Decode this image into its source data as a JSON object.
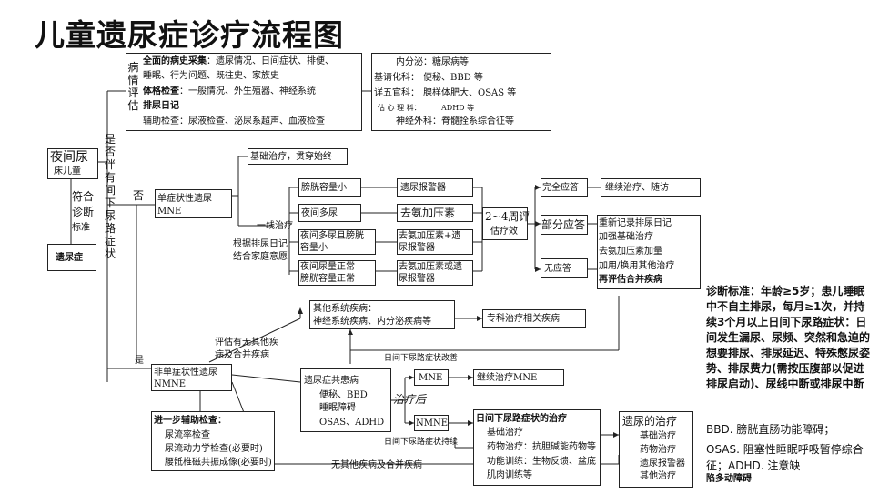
{
  "title": "儿童遗尿症诊疗流程图",
  "left": {
    "node_top": "夜间尿",
    "node_top_sub": "床儿童",
    "criteria_1": "符合",
    "criteria_2": "诊断",
    "criteria_3": "标准",
    "node_main": "遗尿症",
    "branch_q1": "是否伴有间下尿路症状",
    "branch_no": "否",
    "branch_yes": "是"
  },
  "assessment": {
    "label": "病情评估",
    "line1_bold": "全面的病史采集",
    "line1_rest": "：遗尿情况、日间症状、排便、",
    "line2": "睡眠、行为问题、既往史、家族史",
    "line3_bold": "体格检查",
    "line3_rest": "：一般情况、外生殖器、神经系统",
    "line4_bold": "排尿日记",
    "line5": "辅助检查：尿液检查、泌尿系超声、血液检查"
  },
  "consult": {
    "label": "基请化科：",
    "label2": "详五官科：",
    "label3": "估 心 理 科：",
    "line1": "内分泌：糖尿病等",
    "line2": "便秘、BBD 等",
    "line3": "腺样体肥大、OSAS 等",
    "line4": "ADHD 等",
    "line5": "神经外科：脊髓拴系综合征等"
  },
  "mne": {
    "box": "单症状性遗尿",
    "box2": "MNE",
    "basic": "基础治疗，贯穿始终",
    "firstline": "一线治疗",
    "diary_1": "根据排尿日记",
    "diary_2": "结合家庭意愿",
    "c1": "膀胱容量小",
    "c2": "夜间多尿",
    "c3a": "夜间多尿且膀胱",
    "c3b": "容量小",
    "c4a": "夜间尿量正常",
    "c4b": "膀胱容量正常",
    "t1": "遗尿报警器",
    "t2": "去氨加压素",
    "t3a": "去氨加压素+遗",
    "t3b": "尿报警器",
    "t4a": "去氨加压素或遗",
    "t4b": "尿报警器",
    "eval_a": "2~4周评",
    "eval_b": "估疗效",
    "r1": "完全应答",
    "r1_next": "继续治疗、随访",
    "r2": "部分应答",
    "r3": "无应答",
    "n1": "重新记录排尿日记",
    "n2": "加强基础治疗",
    "n3": "去氨加压素加量",
    "n4": "加用/换用其他治疗",
    "n5": "再评估合并疾病"
  },
  "nmne": {
    "eval_a": "评估有无其他疾",
    "eval_b": "病及合并疾病",
    "other_a": "其他系统疾病：",
    "other_b": "神经系统疾病、内分泌疾病等",
    "special": "专科治疗相关疾病",
    "improve": "日间下尿路症状改善",
    "box": "非单症状性遗尿",
    "box2": "NMNE",
    "co_title": "遗尿症共患病",
    "co1": "便秘、BBD",
    "co2": "睡眠障碍",
    "co3": "OSAS、ADHD",
    "treat_label": "治疗后",
    "mne_small": "MNE",
    "mne_next": "继续治疗MNE",
    "nmne_small": "NMNE",
    "persist": "日间下尿路症状持续",
    "lut_title": "日间下尿路症状的治疗",
    "lut1": "基础治疗",
    "lut2": "药物治疗：抗胆碱能药物等",
    "lut3": "功能训练：生物反馈、盆底",
    "lut4": "肌肉训练等",
    "enu_title": "遗尿的治疗",
    "enu1": "基础治疗",
    "enu2": "药物治疗",
    "enu3": "遗尿报警器",
    "enu4": "其他治疗",
    "none": "无其他疾病及合并疾病"
  },
  "further": {
    "title": "进一步辅助检查：",
    "i1": "尿流率检查",
    "i2": "尿流动力学检查(必要时)",
    "i3": "腰骶椎磁共振成像(必要时)"
  },
  "notes": {
    "diag": "诊断标准：年龄≥5岁；患儿睡眠中不自主排尿，每月≥1次，并持续3个月以上日间下尿路症状：日间发生漏尿、尿频、突然和急迫的想要排尿、排尿延迟、特殊憋尿姿势、排尿费力(需按压腹部以促进排尿启动)、尿线中断或排尿中断",
    "bbd": "BBD. 膀胱直肠功能障碍；",
    "osas": "OSAS. 阻塞性睡眠呼吸暂停综合征；ADHD. 注意缺",
    "adhd_tail": "陷多动障碍"
  }
}
